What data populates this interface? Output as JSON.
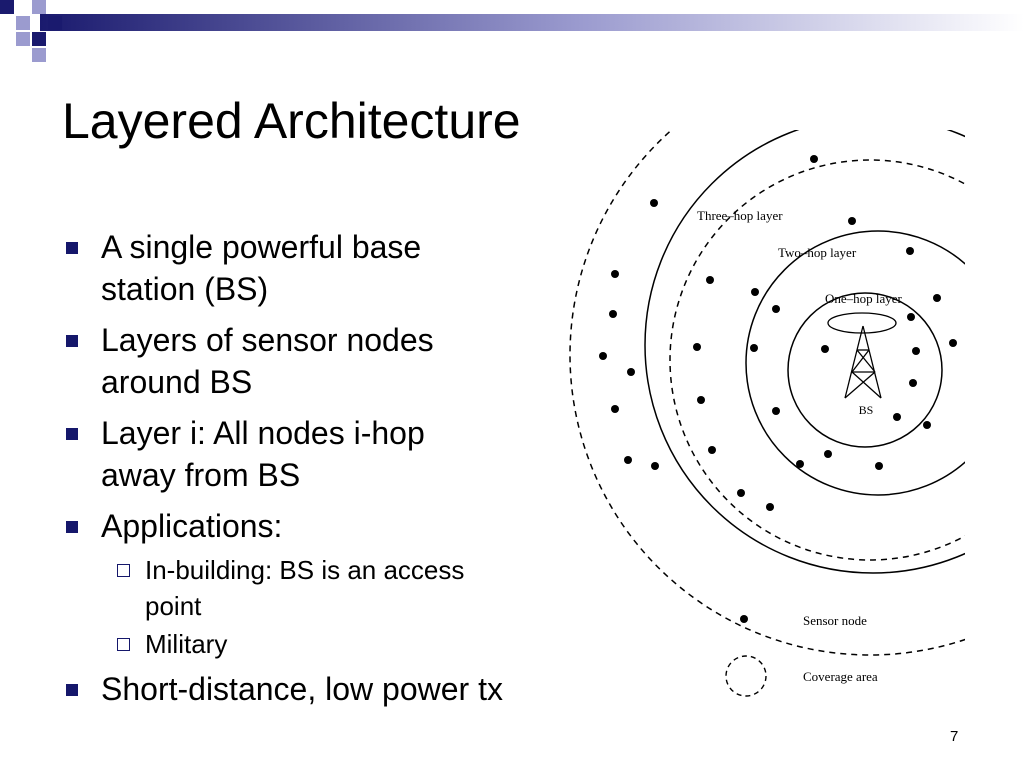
{
  "slide": {
    "title": "Layered Architecture",
    "page_number": "7"
  },
  "bullets": [
    {
      "level": 1,
      "text": "A single powerful base station (BS)",
      "lines": [
        "A single powerful base",
        "station (BS)"
      ]
    },
    {
      "level": 1,
      "text": "Layers of sensor nodes around BS",
      "lines": [
        "Layers of sensor nodes",
        "around BS"
      ]
    },
    {
      "level": 1,
      "text": "Layer i: All nodes i-hop away from BS",
      "lines": [
        "Layer i: All nodes i-hop",
        "away from BS"
      ]
    },
    {
      "level": 1,
      "text": "Applications:",
      "lines": [
        "Applications:"
      ]
    },
    {
      "level": 2,
      "text": "In-building: BS is an access point",
      "lines": [
        "In-building: BS is an access",
        "point"
      ]
    },
    {
      "level": 2,
      "text": "Military",
      "lines": [
        "Military"
      ]
    },
    {
      "level": 1,
      "text": "Short-distance, low power tx",
      "lines": [
        "Short-distance, low power tx"
      ]
    }
  ],
  "diagram": {
    "layer_labels": {
      "three_hop": "Three–hop layer",
      "two_hop": "Two–hop layer",
      "one_hop": "One–hop layer"
    },
    "base_station_label": "BS",
    "legend": {
      "sensor_node": "Sensor node",
      "coverage_area": "Coverage area"
    }
  },
  "colors": {
    "bullet_marker": "#15176b",
    "header_squares_dark": "#1a1a6e",
    "header_squares_light": "#9b9bcf",
    "diagram_ink": "#000000"
  },
  "icons": {
    "level1_bullet": "filled-square-bullet",
    "level2_bullet": "hollow-square-bullet",
    "base_station": "radio-tower-icon"
  }
}
